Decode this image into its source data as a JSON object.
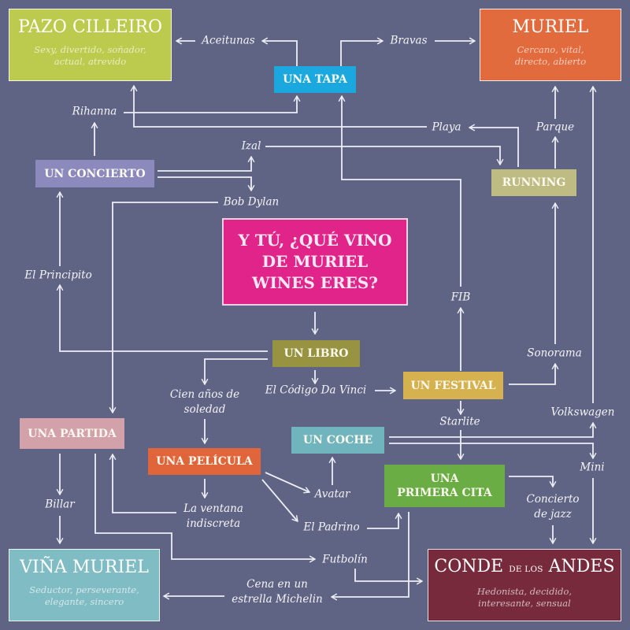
{
  "title": {
    "lines": [
      "Y TÚ, ¿QUÉ VINO",
      "DE MURIEL",
      "WINES ERES?"
    ],
    "color": "#e0248a"
  },
  "wines": {
    "pazo_cilleiro": {
      "name": "PAZO CILLEIRO",
      "traits": [
        "Sexy, divertido, soñador,",
        "actual, atrevido"
      ],
      "color": "#bccb4d"
    },
    "muriel": {
      "name": "MURIEL",
      "traits": [
        "Cercano, vital,",
        "directo, abierto"
      ],
      "color": "#e26b3e"
    },
    "vina_muriel": {
      "name": "VIÑA MURIEL",
      "traits": [
        "Seductor, perseverante,",
        "elegante, sincero"
      ],
      "color": "#80bcc4"
    },
    "conde_de_los_andes": {
      "name_parts": [
        "CONDE",
        "DE LOS",
        "ANDES"
      ],
      "traits": [
        "Hedonista, decidido,",
        "interesante, sensual"
      ],
      "color": "#772a3c"
    }
  },
  "choices": {
    "una_tapa": {
      "label": "UNA TAPA",
      "color": "#1aa8df"
    },
    "un_concierto": {
      "label": "UN CONCIERTO",
      "color": "#8c89bd"
    },
    "running": {
      "label": "RUNNING",
      "color": "#bebb83"
    },
    "un_libro": {
      "label": "UN LIBRO",
      "color": "#989340"
    },
    "un_festival": {
      "label": "UN FESTIVAL",
      "color": "#d5b14f"
    },
    "una_partida": {
      "label": "UNA PARTIDA",
      "color": "#d3a1aa"
    },
    "un_coche": {
      "label": "UN COCHE",
      "color": "#70b4be"
    },
    "una_pelicula": {
      "label": "UNA PELÍCULA",
      "color": "#e0653b"
    },
    "una_primera_cita": {
      "lines": [
        "UNA",
        "PRIMERA CITA"
      ],
      "color": "#6aad45"
    }
  },
  "options": {
    "aceitunas": "Aceitunas",
    "bravas": "Bravas",
    "rihanna": "Rihanna",
    "playa": "Playa",
    "parque": "Parque",
    "izal": "Izal",
    "bob_dylan": "Bob Dylan",
    "el_principito": "El Principito",
    "fib": "FIB",
    "sonorama": "Sonorama",
    "cien_anos": [
      "Cien años de",
      "soledad"
    ],
    "el_codigo": "El Código Da Vinci",
    "starlite": "Starlite",
    "volkswagen": "Volkswagen",
    "billar": "Billar",
    "la_ventana": [
      "La ventana",
      "indiscreta"
    ],
    "avatar": "Avatar",
    "mini": "Mini",
    "concierto_jazz": [
      "Concierto",
      "de jazz"
    ],
    "el_padrino": "El Padrino",
    "futbolin": "Futbolín",
    "cena": [
      "Cena en un",
      "estrella Michelin"
    ]
  },
  "colors": {
    "background": "#606484",
    "lines": "#eeeef5"
  }
}
